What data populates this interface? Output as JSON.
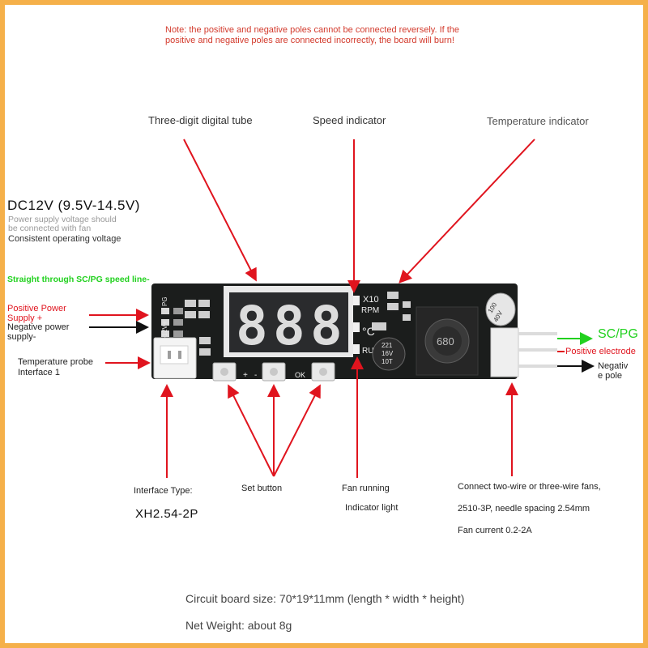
{
  "note": {
    "line1": "Note: the positive and negative poles cannot be connected reversely. If the",
    "line2": "positive and negative poles are connected incorrectly, the board will burn!"
  },
  "labels": {
    "digital_tube": "Three-digit digital tube",
    "speed_indicator": "Speed indicator",
    "temperature_indicator": "Temperature indicator",
    "voltage_title": "DC12V (9.5V-14.5V)",
    "voltage_sub1": "Power supply voltage should",
    "voltage_sub2": "be connected with fan",
    "voltage_sub3": "Consistent operating voltage",
    "straight_through": "Straight through SC/PG speed line-",
    "positive_power_1": "Positive Power",
    "positive_power_2": "Supply +",
    "negative_power_1": "Negative power",
    "negative_power_2": "supply-",
    "temp_probe_1": "Temperature probe",
    "temp_probe_2": "Interface 1",
    "sc_pg": "SC/PG",
    "positive_electrode": "Positive electrode",
    "negative_pole_1": "Negativ",
    "negative_pole_2": "e pole",
    "interface_type": "Interface Type:",
    "interface_value": "XH2.54-2P",
    "set_button": "Set button",
    "fan_running_1": "Fan running",
    "fan_running_2": "Indicator light",
    "connect_1": "Connect two-wire or three-wire fans,",
    "connect_2": "2510-3P, needle spacing 2.54mm",
    "connect_3": "Fan current 0.2-2A",
    "board_size": "Circuit board size: 70*19*11mm (length * width * height)",
    "net_weight": "Net Weight: about 8g"
  },
  "board": {
    "pg": "PG",
    "voltage": "-12V+",
    "x10": "X10",
    "rpm": "RPM",
    "celsius": "°C",
    "run": "RUN",
    "plus": "+",
    "minus": "-",
    "ok": "OK",
    "inductor": "680",
    "cap_small_1": "221",
    "cap_small_2": "16V",
    "cap_small_3": "10T",
    "cap_big_1": "100",
    "cap_big_2": "40V",
    "digits": [
      "8",
      "8",
      "8"
    ]
  },
  "colors": {
    "frame_orange": "#f2a23a",
    "note_red": "#d33a2c",
    "arrow_red": "#e0141e",
    "green": "#22d11f",
    "pcb": "#1b1d1c",
    "label_gray": "#333333"
  }
}
